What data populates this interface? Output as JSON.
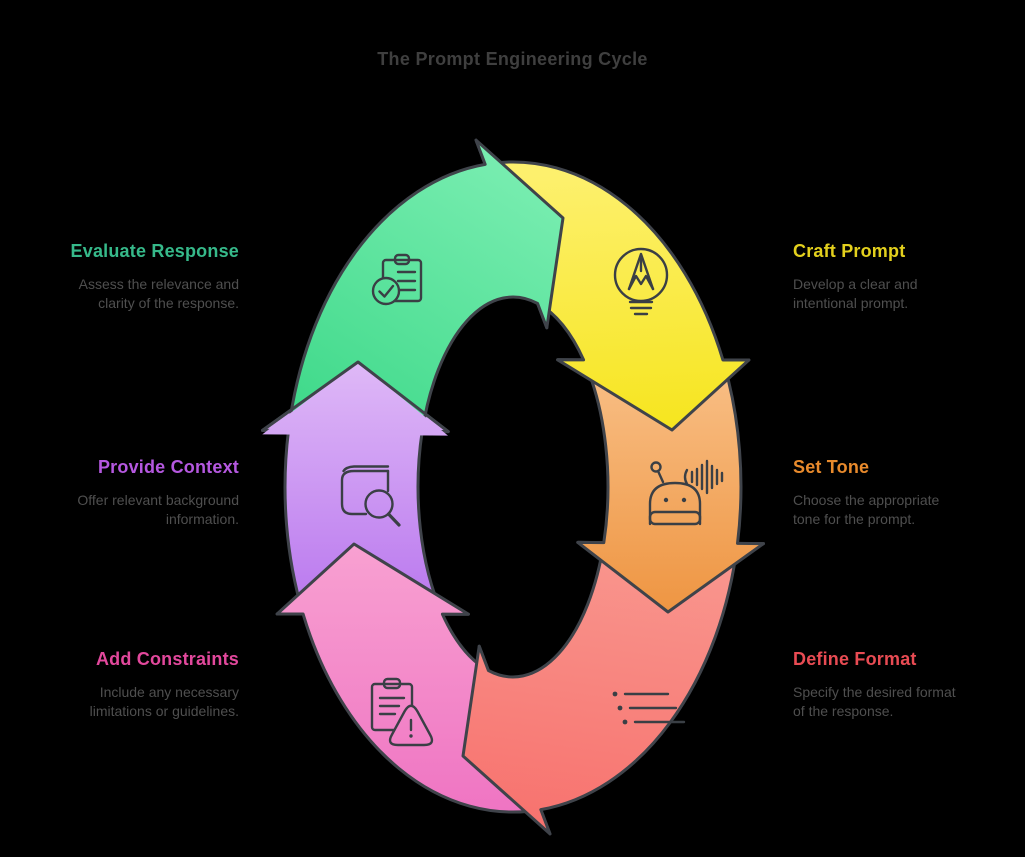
{
  "title": "The Prompt Engineering Cycle",
  "colors": {
    "background": "#000000",
    "title": "#3f3f3f",
    "description": "#4f4f4f",
    "outline": "#3f434a",
    "icon_stroke": "#3a3f45"
  },
  "segments": {
    "green": {
      "from": "#3fd98a",
      "to": "#7beeb2"
    },
    "yellow": {
      "from": "#fdf06d",
      "to": "#f6e51e"
    },
    "orange": {
      "from": "#f9c189",
      "to": "#ee9440"
    },
    "salmon": {
      "from": "#f9968e",
      "to": "#f7716d"
    },
    "pink": {
      "from": "#f8a0d1",
      "to": "#ee70c1"
    },
    "purple": {
      "from": "#dfb9f7",
      "to": "#b875ee"
    }
  },
  "steps": [
    {
      "label": "Evaluate Response",
      "label_color": "#36b98a",
      "segment": "green",
      "icon": "clipboard-check",
      "desc_lines": [
        "Assess the relevance and",
        "clarity of the response."
      ]
    },
    {
      "label": "Craft Prompt",
      "label_color": "#e3d01d",
      "segment": "yellow",
      "icon": "bulb-pencil",
      "desc_lines": [
        "Develop a clear and",
        "intentional prompt."
      ]
    },
    {
      "label": "Set Tone",
      "label_color": "#e88a2c",
      "segment": "orange",
      "icon": "robot-voice",
      "desc_lines": [
        "Choose the appropriate",
        "tone for the prompt."
      ]
    },
    {
      "label": "Define Format",
      "label_color": "#e84b53",
      "segment": "salmon",
      "icon": "bullet-list",
      "desc_lines": [
        "Specify the desired format",
        "of the response."
      ]
    },
    {
      "label": "Add Constraints",
      "label_color": "#e2489c",
      "segment": "pink",
      "icon": "clipboard-warning",
      "desc_lines": [
        "Include any necessary",
        "limitations or guidelines."
      ]
    },
    {
      "label": "Provide Context",
      "label_color": "#b558e0",
      "segment": "purple",
      "icon": "book-search",
      "desc_lines": [
        "Offer relevant background",
        "information."
      ]
    }
  ]
}
